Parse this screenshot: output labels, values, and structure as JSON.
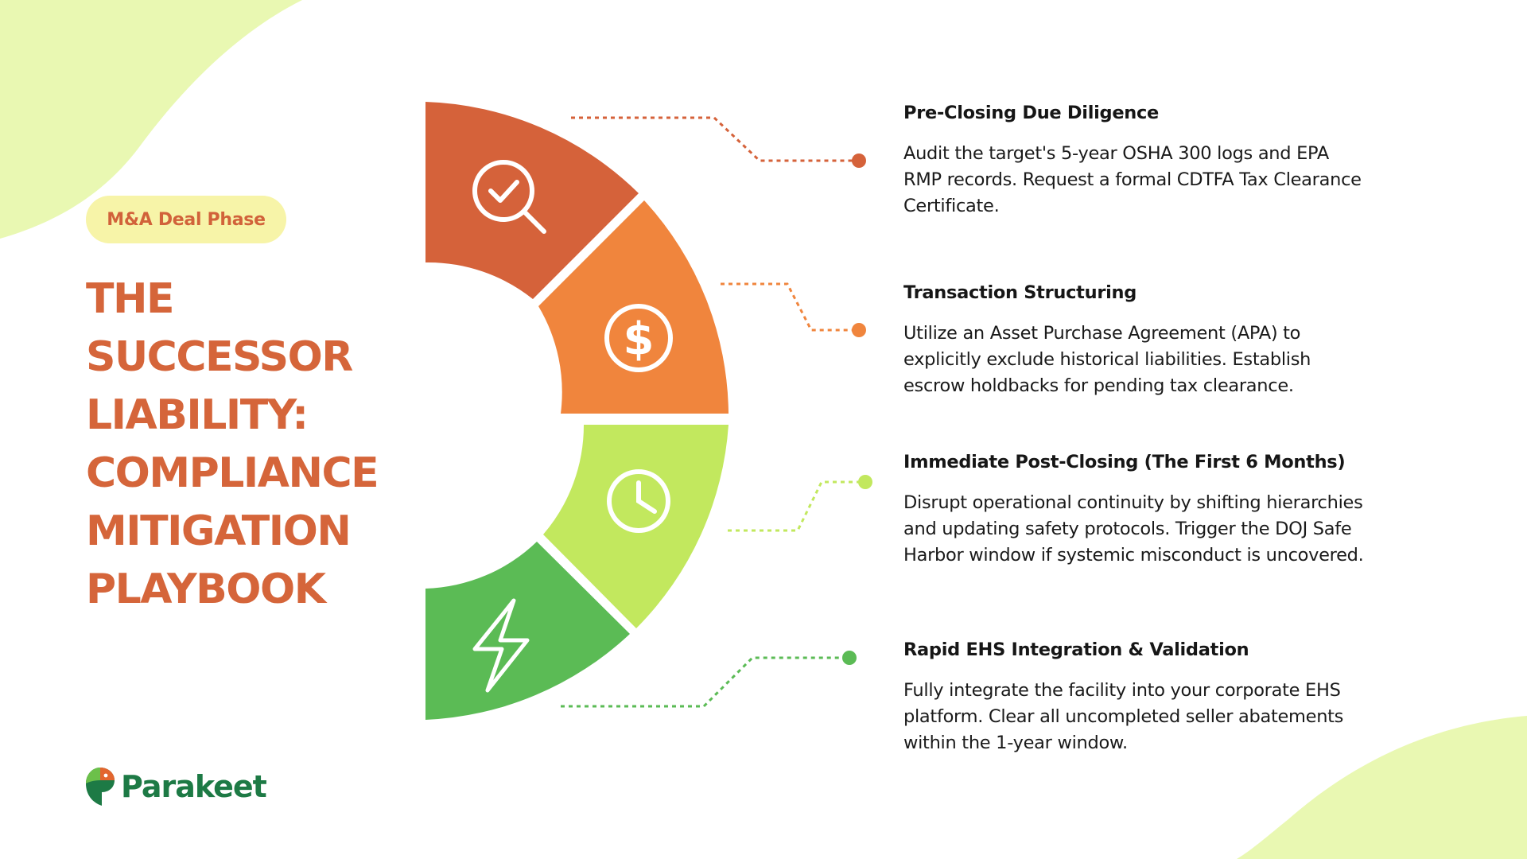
{
  "badge": "M&A Deal Phase",
  "title_lines": [
    "THE",
    "SUCCESSOR",
    "LIABILITY:",
    "COMPLIANCE",
    "MITIGATION",
    "PLAYBOOK"
  ],
  "brand": {
    "name": "Parakeet"
  },
  "colors": {
    "accent": "#d5653a",
    "segments": [
      "#d5623a",
      "#f0853d",
      "#c2e85e",
      "#5bbb55"
    ],
    "background_blob": "#e5f7a5"
  },
  "segment_icons": [
    "search-check-icon",
    "dollar-icon",
    "clock-icon",
    "lightning-icon"
  ],
  "steps": [
    {
      "title": "Pre-Closing Due Diligence",
      "text": "Audit the target's 5-year OSHA 300 logs and EPA RMP records. Request a formal CDTFA Tax Clearance Certificate."
    },
    {
      "title": "Transaction Structuring",
      "text": "Utilize an Asset Purchase Agreement (APA) to explicitly exclude historical liabilities. Establish escrow holdbacks for pending tax clearance."
    },
    {
      "title": "Immediate Post-Closing (The First 6 Months)",
      "text": "Disrupt operational continuity by shifting hierarchies and updating safety protocols. Trigger the DOJ Safe Harbor window if systemic misconduct is uncovered."
    },
    {
      "title": "Rapid EHS Integration & Validation",
      "text": "Fully integrate the facility into your corporate EHS platform. Clear all uncompleted seller abatements within the 1-year window."
    }
  ]
}
